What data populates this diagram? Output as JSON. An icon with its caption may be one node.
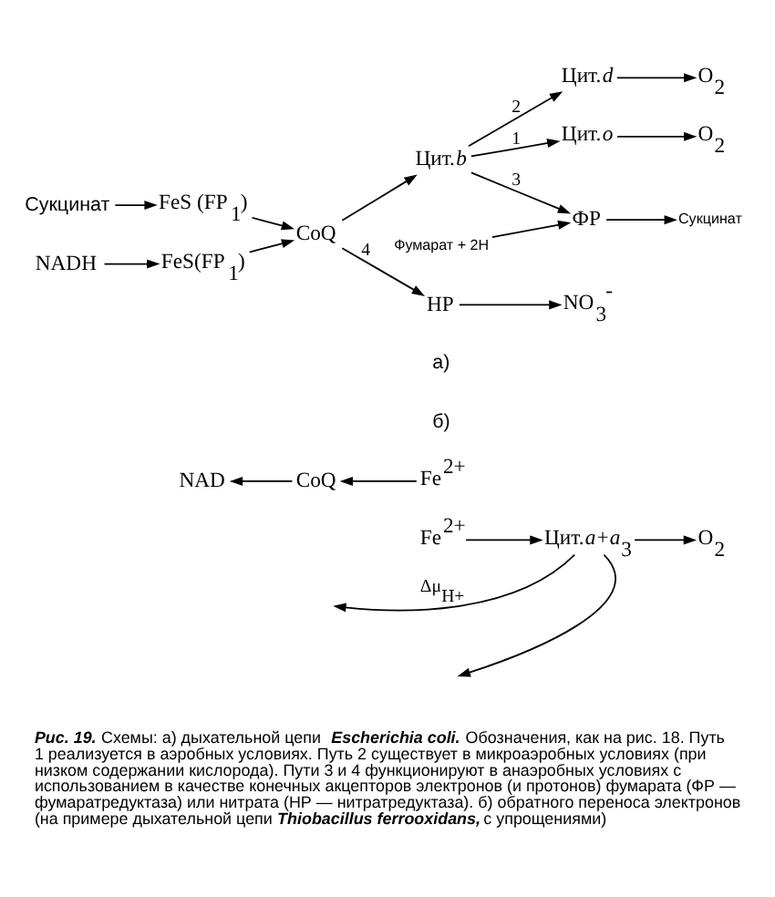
{
  "diagram": {
    "caption": "**Рис. 19.** Схемы: а) дыхательной цепи **Escherichia coli.** Обозначения, как на рис. 18. Путь 1 реализуется в аэробных условиях. Путь 2 существует в микроаэробных условиях (при низком содержании кислорода). Пути 3 и 4 функционируют в анаэробных условиях с использованием в качестве конечных акцепторов электронов (и протонов) фумарата (ФР — фумаратредуктаза) или нитрата (НР — нитратредуктаза). б) обратного переноса электронов (на примере дыхательной цепи **Thiobacillus ferrooxidans,** с упрощениями)",
    "nodes": [
      {
        "text": [
          "Сукцинат"
        ]
      },
      {
        "text": [
          "FeS (FP$_{1}$)"
        ]
      },
      {
        "text": [
          "Цит.*o*"
        ]
      },
      {
        "text": [
          "O$_{2}$"
        ]
      },
      {
        "text": [
          "NADH"
        ]
      },
      {
        "text": [
          "FeS(FP$_{1}$)"
        ]
      },
      {
        "text": [
          "CoQ"
        ]
      },
      {
        "text": [
          "Цит.*b*"
        ]
      },
      {
        "text": [
          "Цит.*d*"
        ]
      },
      {
        "text": [
          "O$_{2}$"
        ]
      },
      {
        "text": [
          "Фумарат + 2H"
        ]
      },
      {
        "text": [
          "ФР"
        ]
      },
      {
        "text": [
          "Сукцинат"
        ]
      },
      {
        "text": [
          "НР"
        ]
      },
      {
        "text": [
          "NO$_{3}$$^{-}$"
        ]
      },
      {
        "text": [
          "NAD"
        ]
      },
      {
        "text": [
          "CoQ"
        ]
      },
      {
        "text": [
          "Fe$^{2+}$"
        ]
      },
      {
        "text": [
          "Fe$^{2+}$"
        ]
      },
      {
        "text": [
          "Цит.*a*+*a*$_{3}$"
        ]
      },
      {
        "text": [
          "O$_{2}$"
        ]
      }
    ],
    "edges": [
      {
        "from": 0,
        "to": 1,
        "arrow": "to"
      },
      {
        "from": 1,
        "to": 6,
        "arrow": "to"
      },
      {
        "from": 4,
        "to": 5,
        "arrow": "to"
      },
      {
        "from": 5,
        "to": 6,
        "arrow": "to"
      },
      {
        "from": 6,
        "to": 7,
        "arrow": "to"
      },
      {
        "from": 7,
        "to": 2,
        "arrow": "to",
        "label": "1"
      },
      {
        "from": 2,
        "to": 3,
        "arrow": "to"
      },
      {
        "from": 7,
        "to": 8,
        "arrow": "to",
        "label": "2"
      },
      {
        "from": 8,
        "to": 9,
        "arrow": "to"
      },
      {
        "from": 7,
        "to": 11,
        "arrow": "to",
        "label": "3"
      },
      {
        "from": 10,
        "to": 11,
        "arrow": "to"
      },
      {
        "from": 11,
        "to": 12,
        "arrow": "to"
      },
      {
        "from": 6,
        "to": 13,
        "arrow": "to",
        "label": "4"
      },
      {
        "from": 13,
        "to": 14,
        "arrow": "to"
      },
      {
        "from": 16,
        "to": 15,
        "arrow": "to"
      },
      {
        "from": 17,
        "to": 16,
        "arrow": "to"
      },
      {
        "from": 18,
        "to": 19,
        "arrow": "to"
      },
      {
        "from": 19,
        "to": 20,
        "arrow": "to"
      },
      {
        "from": 19,
        "to": null,
        "arrow": "to",
        "label": "Δμ$_{H+}$"
      },
      {
        "from": 19,
        "to": null,
        "arrow": "to"
      }
    ],
    "labels": [
      "а)",
      "б)"
    ]
  }
}
